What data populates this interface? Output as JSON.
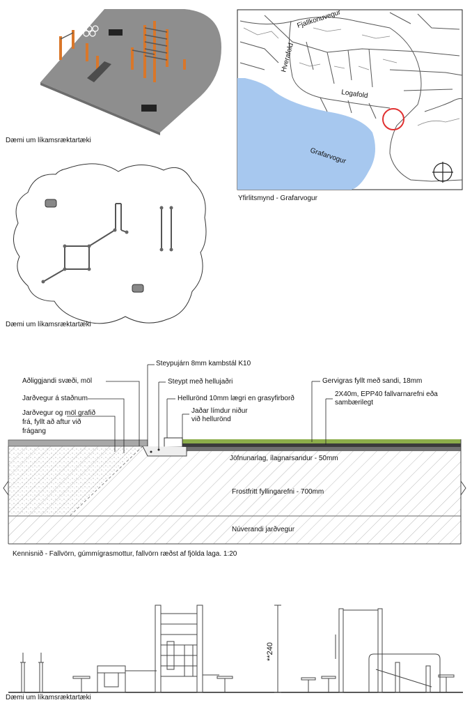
{
  "captions": {
    "render": "Dæmi um líkamsræktartæki",
    "plan": "Dæmi um líkamsræktartæki",
    "elevation": "Dæmi um líkamsræktartæki",
    "map": "Yfirlitsmynd - Grafarvogur",
    "section": "Kennisnið - Fallvörn, gúmmígrasmottur, fallvörn ræðst af fjölda laga.   1:20"
  },
  "map": {
    "streets": [
      "Fjallkonuvegur",
      "Hverafold",
      "Logafold"
    ],
    "water": "Grafarvogur"
  },
  "section_labels": {
    "steypujarn": "Steypujárn  8mm kambstál K10",
    "adliggjandi": "Aðliggjandi svæði, möl",
    "steypt": "Steypt með hellujaðri",
    "gervigras": "Gervigras fyllt með sandi, 18mm",
    "jardvegur_stad": "Jarðvegur á staðnum",
    "hellurond": "Hellurönd 10mm lægri en grasyfirborð",
    "epp": [
      "2X40m, EPP40 fallvarnarefni eða",
      "sambærilegt"
    ],
    "jardvegur_mol": [
      "Jarðvegur og möl grafið",
      "frá, fyllt að aftur við",
      "frágang"
    ],
    "jadar": [
      "Jaðar límdur niður",
      "við hellurönd"
    ],
    "jofnunarlag": "Jöfnunarlag, ílagnarsandur - 50mm",
    "frostfritt": "Frostfritt fyllingarefni - 700mm",
    "nuverandi": "Núverandi jarðvegur"
  },
  "dimension": "**240"
}
